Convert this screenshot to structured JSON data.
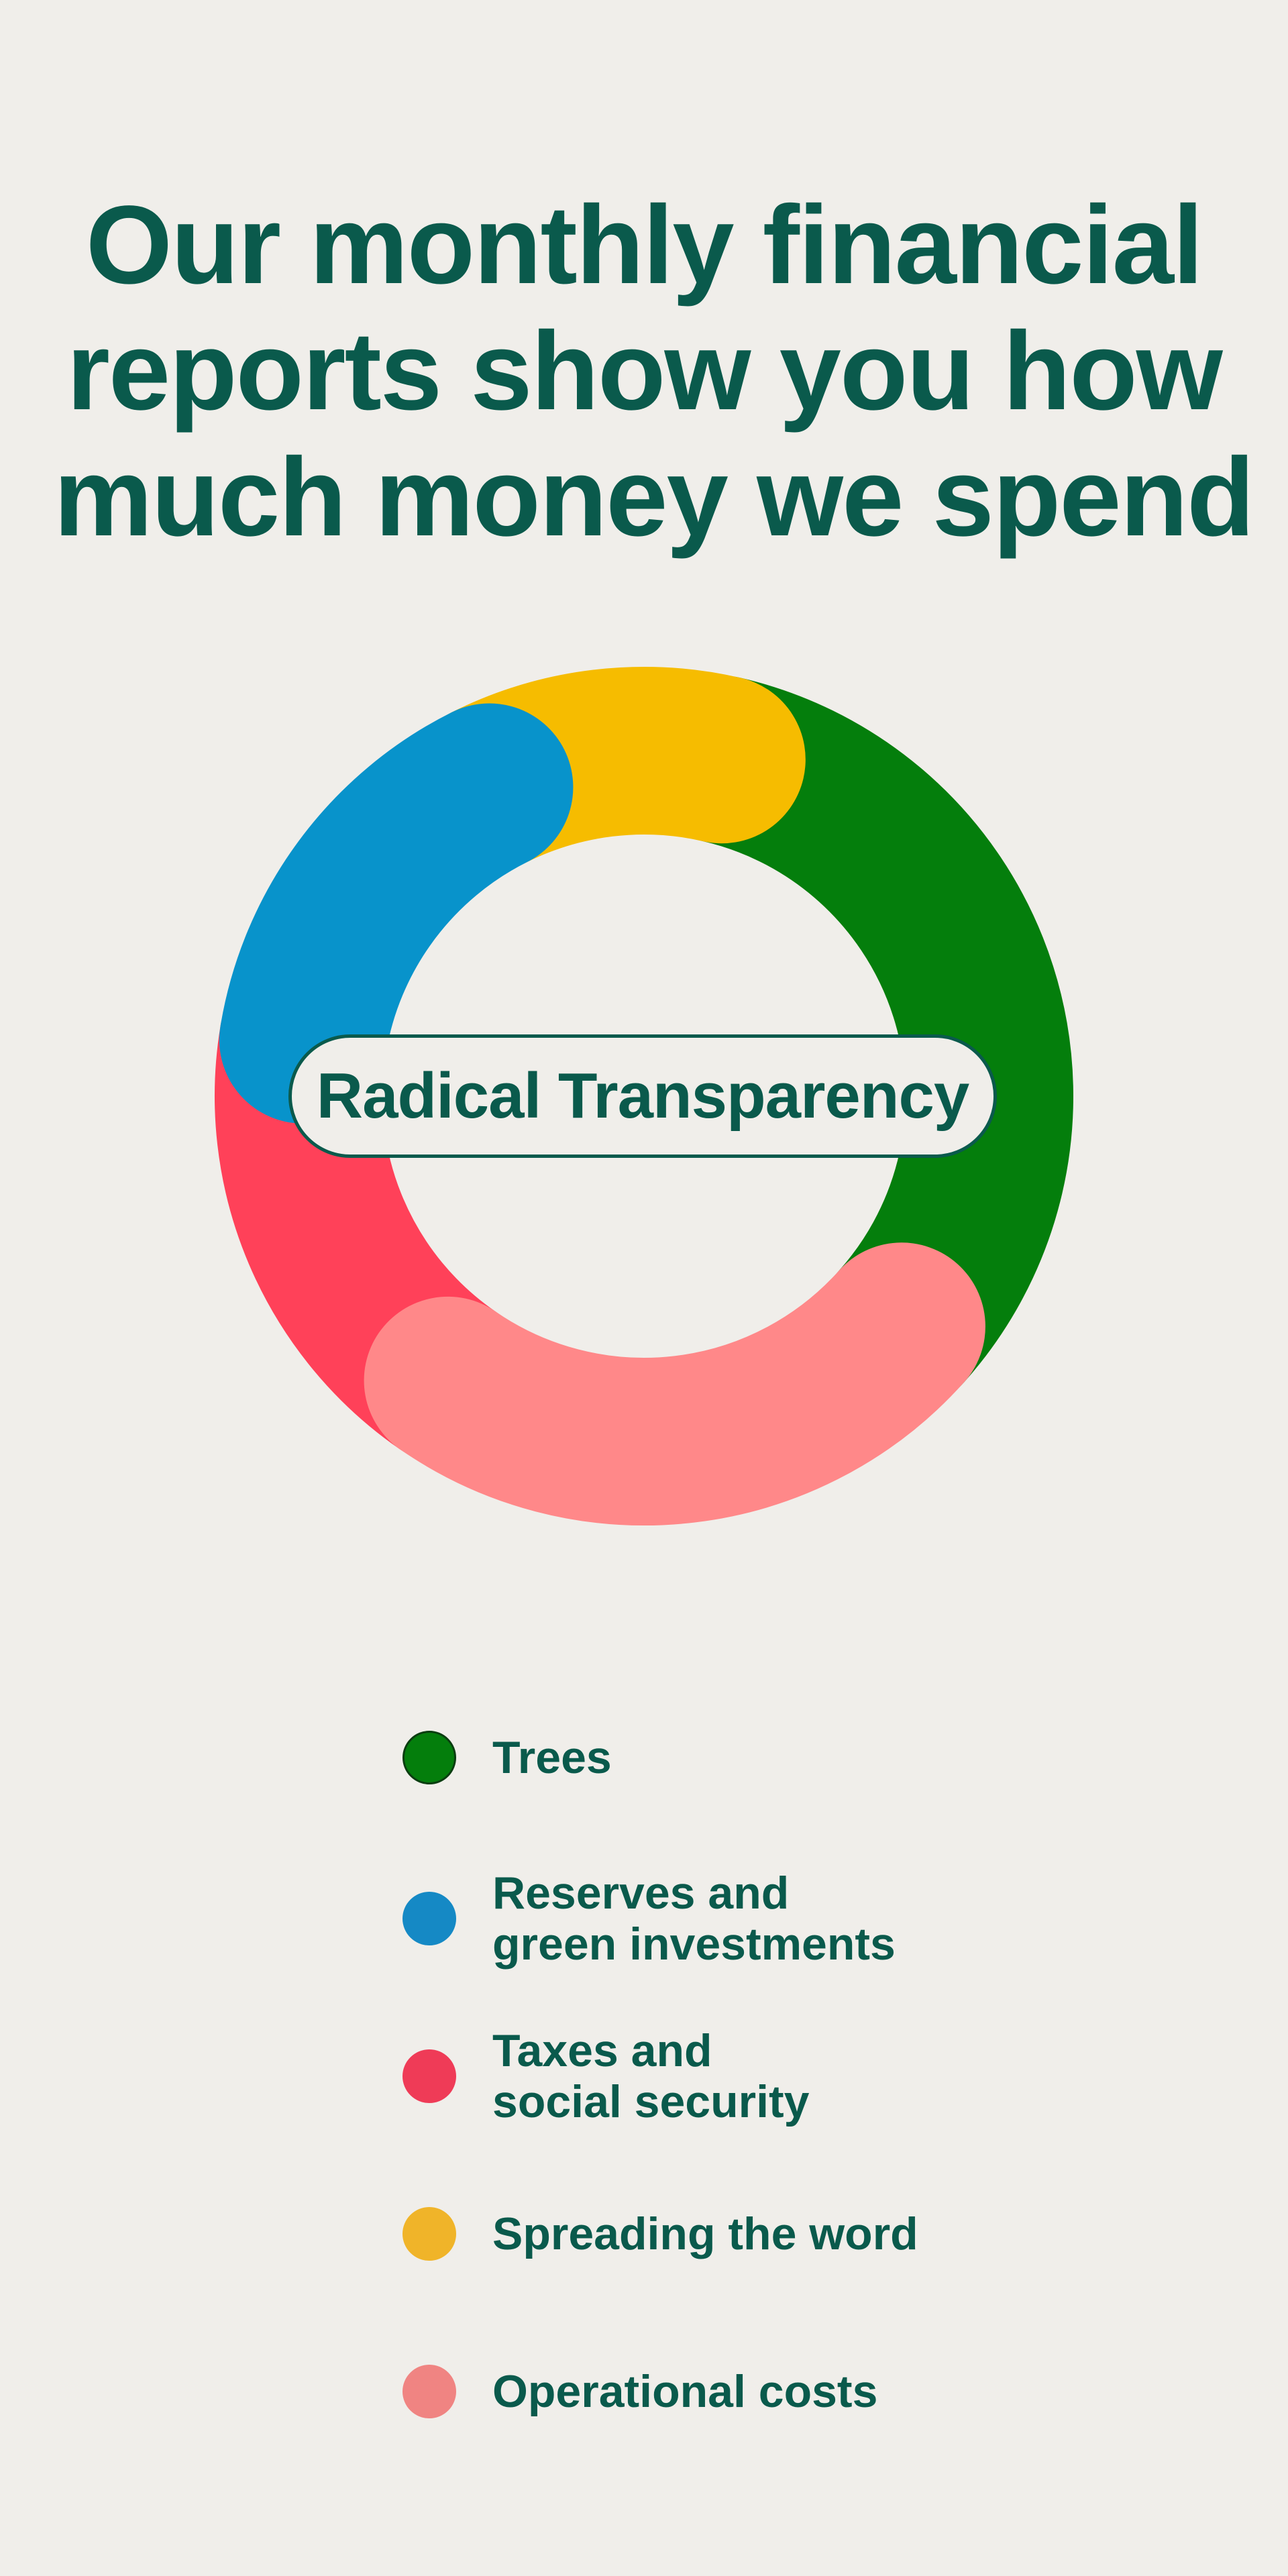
{
  "headline": {
    "line1": "Our monthly financial",
    "line2": "reports show you how",
    "line3": "much money we spend"
  },
  "center_label": "Radical  Transparency",
  "colors": {
    "background": "#f0eeea",
    "text": "#0a5a4c",
    "trees": "#047e0c",
    "reserves": "#0893cb",
    "taxes": "#ff4159",
    "spreading": "#f6bc00",
    "operational": "#ff8889"
  },
  "legend": [
    {
      "label": "Trees",
      "color": "#047e0c"
    },
    {
      "label": "Reserves and\ngreen investments",
      "color": "#1589c5"
    },
    {
      "label": "Taxes and\nsocial security",
      "color": "#ef3b57"
    },
    {
      "label": "Spreading the word",
      "color": "#f0b429"
    },
    {
      "label": "Operational costs",
      "color": "#f08482"
    }
  ],
  "chart_data": {
    "type": "pie",
    "donut": true,
    "title": "",
    "center_text": "Radical  Transparency",
    "categories": [
      "Trees",
      "Operational costs",
      "Taxes and social security",
      "Reserves and green investments",
      "Spreading the word"
    ],
    "values": [
      33,
      23,
      18,
      15,
      11
    ],
    "unit": "percent (estimated from arc length)",
    "colors": [
      "#047e0c",
      "#ff8889",
      "#ff4159",
      "#0893cb",
      "#f6bc00"
    ],
    "start_angle_deg": 13,
    "direction": "clockwise",
    "legend_position": "bottom"
  }
}
